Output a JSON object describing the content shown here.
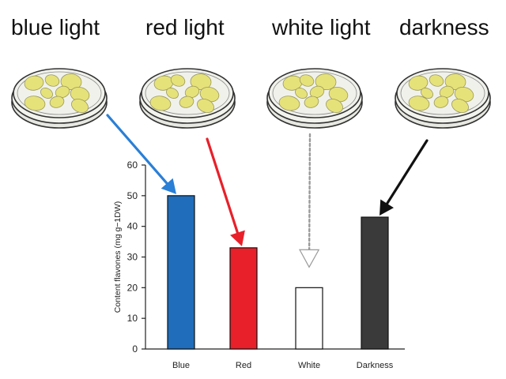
{
  "conditions": [
    {
      "label": "blue light"
    },
    {
      "label": "red light"
    },
    {
      "label": "white light"
    },
    {
      "label": "darkness"
    }
  ],
  "chart_data": {
    "type": "bar",
    "title": "",
    "xlabel": "",
    "ylabel": "Content flavones (mg g−1DW)",
    "categories": [
      "Blue",
      "Red",
      "White",
      "Darkness"
    ],
    "values": [
      50,
      33,
      20,
      43
    ],
    "ylim": [
      0,
      60
    ],
    "yticks": [
      0,
      10,
      20,
      30,
      40,
      50,
      60
    ],
    "grid": false,
    "legend": "none",
    "bar_colors": [
      "#1f6dbb",
      "#e8202a",
      "#ffffff",
      "#3a3a3a"
    ],
    "bar_edge": "#111111"
  },
  "icons": {
    "dish": "petri-dish-icon",
    "arrow": "arrow-icon"
  },
  "colors": {
    "blue_arrow": "#2a7fd6",
    "red_arrow": "#e8202a",
    "white_arrow": "#9a9a9a",
    "dark_arrow": "#111111",
    "callus": "#e6e27a",
    "dish_fill": "#f1f1ec"
  }
}
